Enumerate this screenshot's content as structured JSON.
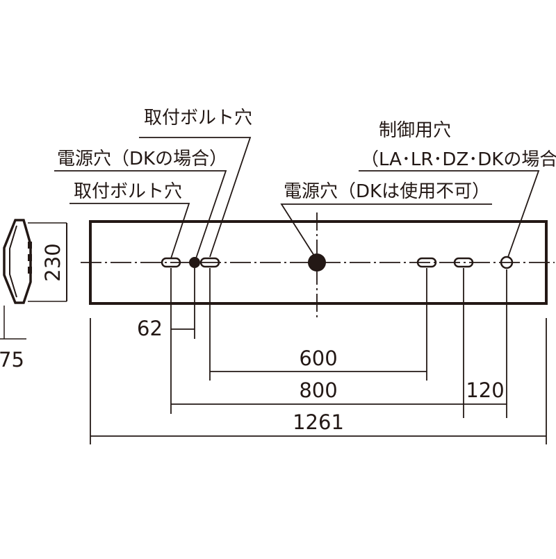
{
  "labels": {
    "mount_bolt_hole_top": "取付ボルト穴",
    "power_hole_dk_case": "電源穴（DKの場合）",
    "mount_bolt_hole_bottom": "取付ボルト穴",
    "control_hole": "制御用穴",
    "control_hole_note": "（LA･LR･DZ･DKの場合）",
    "power_hole_center": "電源穴（DKは使用不可）"
  },
  "dimensions": {
    "height": "230",
    "depth": "75",
    "bolt_offset": "62",
    "span_600": "600",
    "span_800": "800",
    "span_120": "120",
    "total_length": "1261"
  },
  "colors": {
    "line": "#231815",
    "background": "#ffffff"
  }
}
